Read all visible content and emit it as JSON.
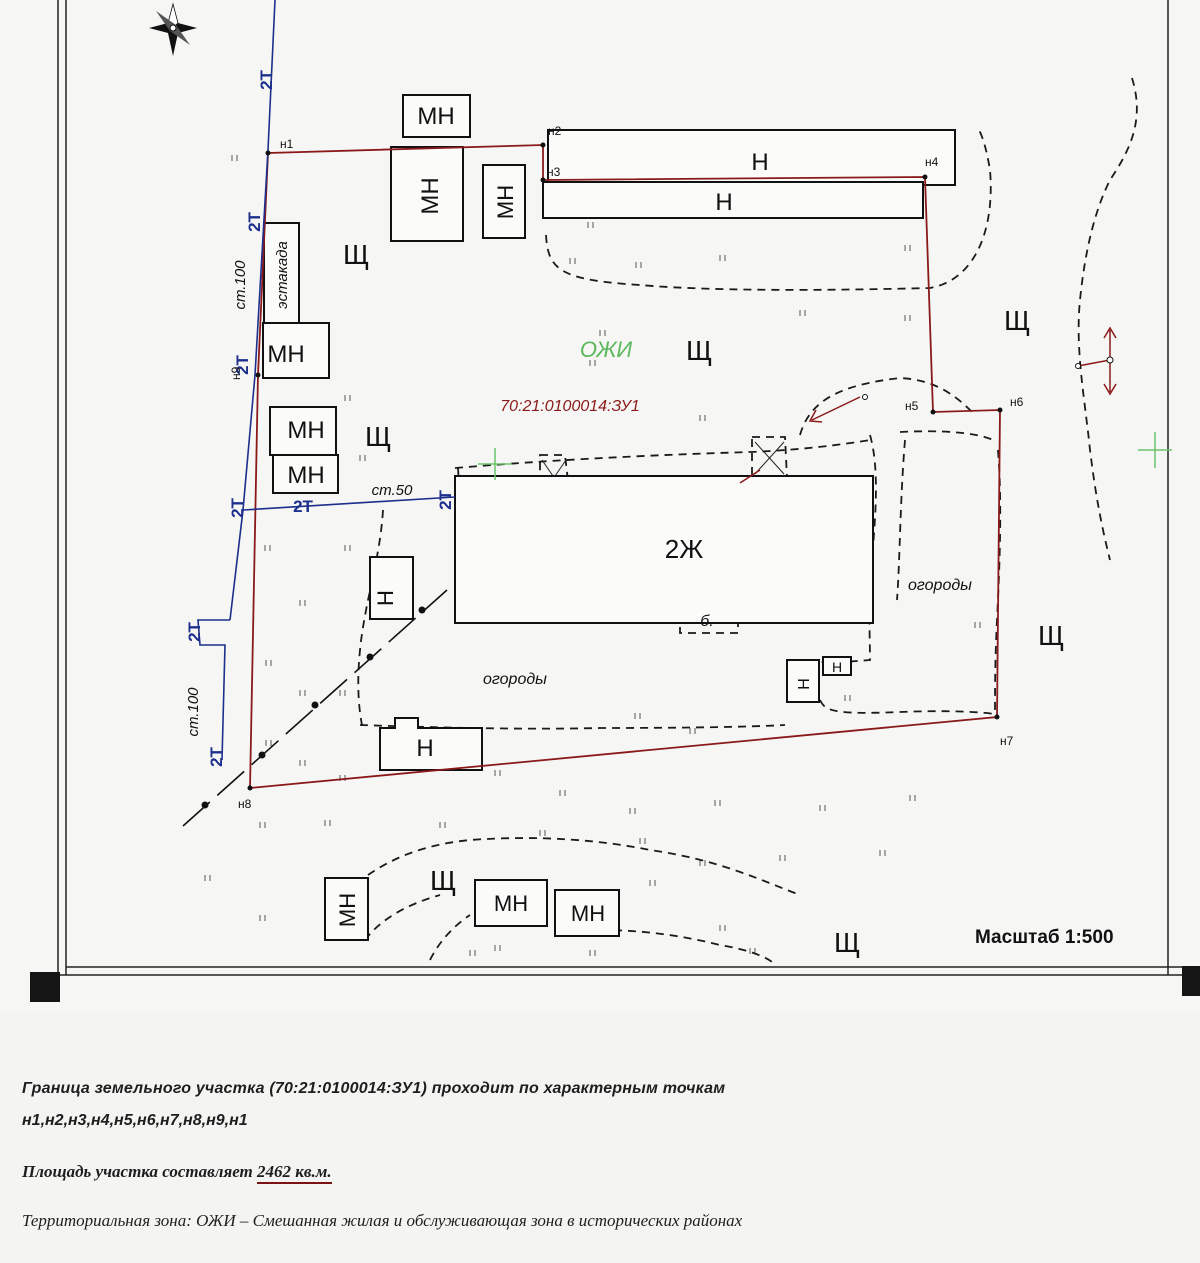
{
  "map": {
    "plot_id": "70:21:0100014:ЗУ1",
    "zone_code": "ОЖИ",
    "scale": "Масштаб 1:500",
    "main_building": "2Ж",
    "cantilever": "эстакада",
    "small_label": "б.",
    "gardens": [
      "огороды",
      "огороды"
    ],
    "non_residential": "Н",
    "non_residential_mn": "МН",
    "shield": "Щ",
    "power_line": "2Т",
    "post_labels": [
      "ст.100",
      "ст.100",
      "ст.50"
    ],
    "points": [
      "н1",
      "н2",
      "н3",
      "н4",
      "н5",
      "н6",
      "н7",
      "н8",
      "н9"
    ],
    "colors": {
      "boundary": "#8a1a1a",
      "power": "#1c2f8c",
      "zone": "#5cb85c",
      "ink": "#111111"
    }
  },
  "footer": {
    "line1": "Граница земельного участка (70:21:0100014:ЗУ1) проходит по характерным точкам",
    "line2": "н1,н2,н3,н4,н5,н6,н7,н8,н9,н1",
    "area_prefix": "Площадь участка составляет",
    "area_value": "2462 кв.м.",
    "zone_text": "Территориальная зона: ОЖИ – Смешанная жилая и обслуживающая зона в исторических районах"
  }
}
